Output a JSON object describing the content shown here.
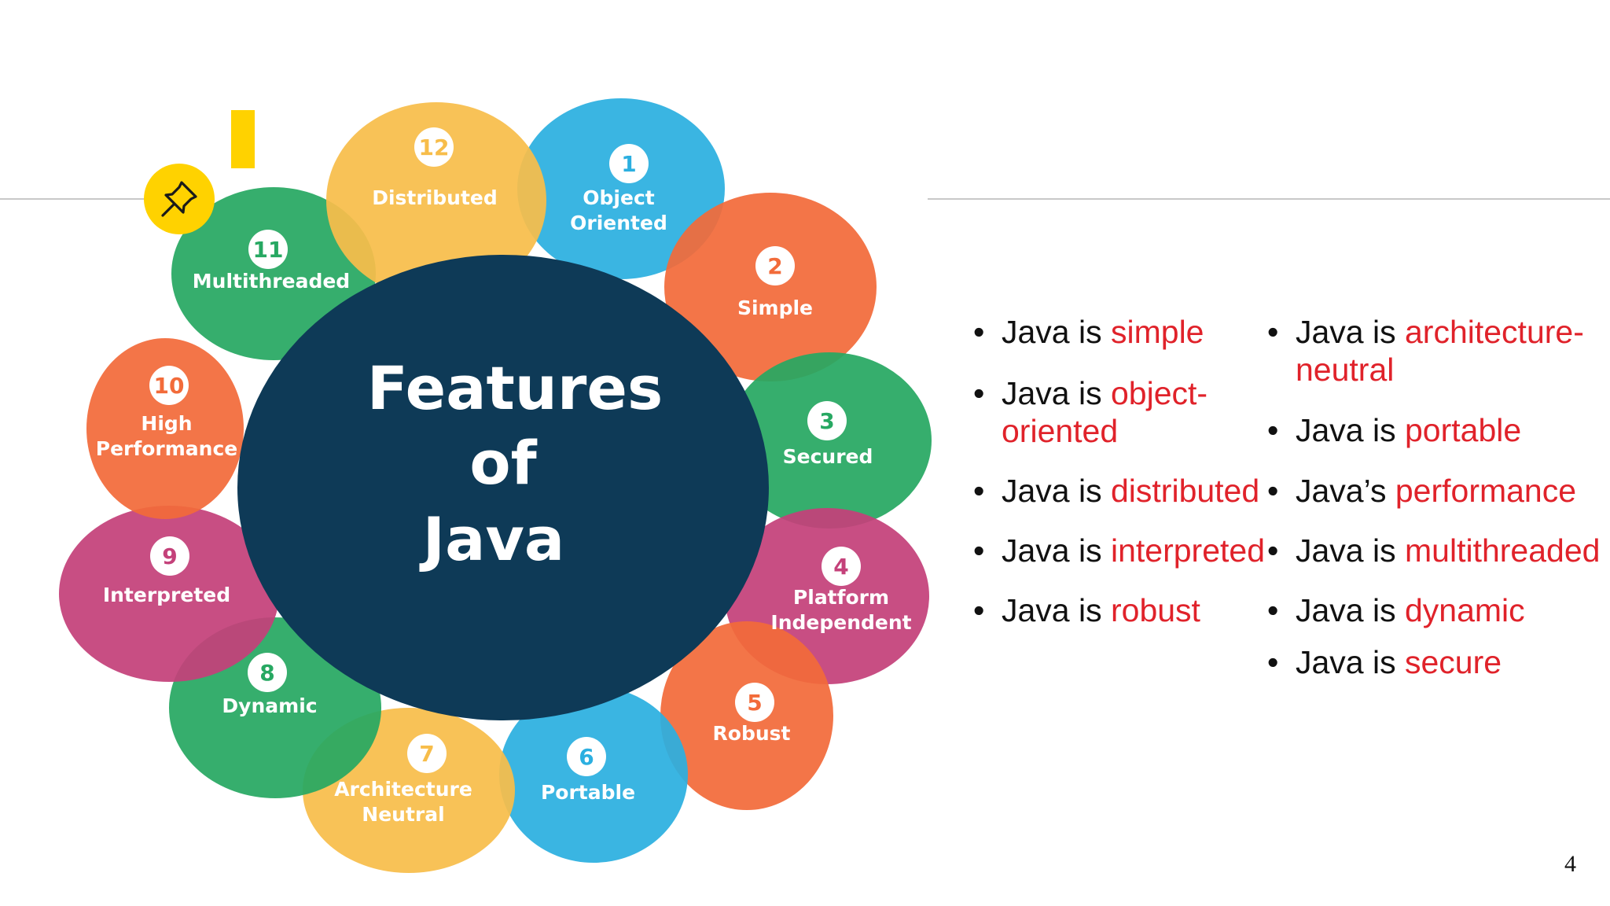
{
  "slide": {
    "page_number": "4",
    "accent_color": "#FFD200",
    "pin_icon": "pushpin-icon"
  },
  "diagram": {
    "center": {
      "lines": [
        "Features",
        "of",
        "Java"
      ],
      "color": "#0E3A57"
    },
    "petals": [
      {
        "num": "1",
        "label": [
          "Object",
          "Oriented"
        ],
        "color": "#2BAFE0"
      },
      {
        "num": "2",
        "label": [
          "Simple"
        ],
        "color": "#F26B3A"
      },
      {
        "num": "3",
        "label": [
          "Secured"
        ],
        "color": "#27A862"
      },
      {
        "num": "4",
        "label": [
          "Platform",
          "Independent"
        ],
        "color": "#C4417A"
      },
      {
        "num": "5",
        "label": [
          "Robust"
        ],
        "color": "#F26B3A"
      },
      {
        "num": "6",
        "label": [
          "Portable"
        ],
        "color": "#2BAFE0"
      },
      {
        "num": "7",
        "label": [
          "Architecture",
          "Neutral"
        ],
        "color": "#F7BD4A"
      },
      {
        "num": "8",
        "label": [
          "Dynamic"
        ],
        "color": "#27A862"
      },
      {
        "num": "9",
        "label": [
          "Interpreted"
        ],
        "color": "#C4417A"
      },
      {
        "num": "10",
        "label": [
          "High",
          "Performance"
        ],
        "color": "#F26B3A"
      },
      {
        "num": "11",
        "label": [
          "Multithreaded"
        ],
        "color": "#27A862"
      },
      {
        "num": "12",
        "label": [
          "Distributed"
        ],
        "color": "#F7BD4A"
      }
    ]
  },
  "bullets": {
    "dot": "•",
    "highlight_color": "#E0222A",
    "col1": [
      {
        "prefix": "Java is ",
        "lines": [
          "simple"
        ]
      },
      {
        "prefix": "Java is ",
        "lines": [
          "object-",
          "oriented"
        ]
      },
      {
        "prefix": "Java is ",
        "lines": [
          "distributed"
        ]
      },
      {
        "prefix": "Java is ",
        "lines": [
          "interpreted"
        ]
      },
      {
        "prefix": "Java is ",
        "lines": [
          "robust"
        ]
      }
    ],
    "col2": [
      {
        "prefix": "Java is ",
        "lines": [
          "architecture-",
          "neutral"
        ]
      },
      {
        "prefix": "Java is ",
        "lines": [
          "portable"
        ]
      },
      {
        "prefix": "Java’s ",
        "lines": [
          "performance"
        ]
      },
      {
        "prefix": "Java is ",
        "lines": [
          "multithreaded"
        ]
      },
      {
        "prefix": "Java is ",
        "lines": [
          "dynamic"
        ]
      },
      {
        "prefix": "Java is ",
        "lines": [
          "secure"
        ]
      }
    ]
  }
}
